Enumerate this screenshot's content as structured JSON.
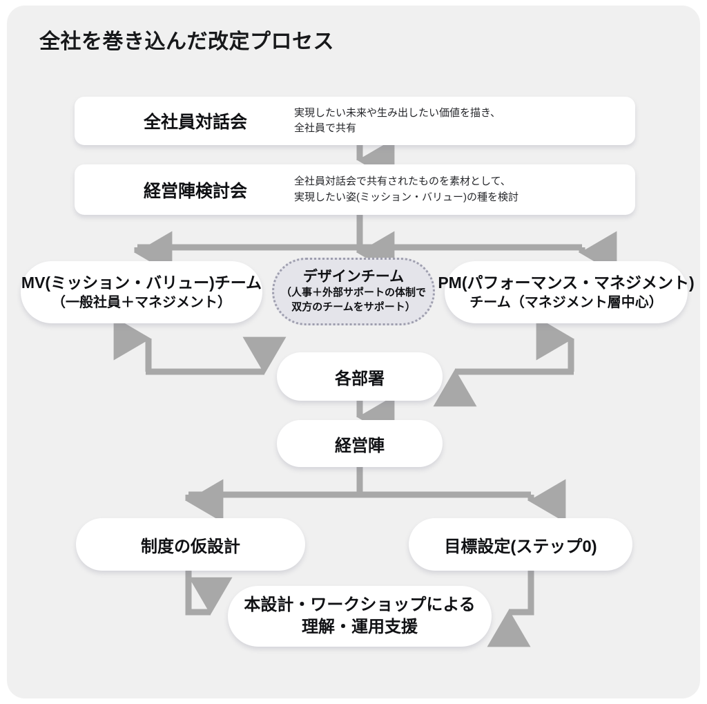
{
  "page": {
    "title": "全社を巻き込んだ改定プロセス",
    "background_color": "#ffffff",
    "card_color": "#f0f0f0",
    "arrow_color": "#a8a8a8",
    "node_fill": "#ffffff",
    "accent_fill": "#e4e4ea",
    "text_color": "#101114"
  },
  "diagram": {
    "type": "flowchart",
    "steps": [
      {
        "id": "zenshain-taiwakai",
        "shape": "rounded-rect",
        "title": "全社員対話会",
        "description": "実現したい未来や生み出したい価値を描き、\n全社員で共有"
      },
      {
        "id": "keieijin-kentoukai",
        "shape": "rounded-rect",
        "title": "経営陣検討会",
        "description": "全社員対話会で共有されたものを素材として、\n実現したい姿(ミッション・バリュー)の種を検討"
      },
      {
        "id": "mv-team",
        "shape": "pill",
        "line1": "MV(ミッション・バリュー)チーム",
        "line2": "（一般社員＋マネジメント）"
      },
      {
        "id": "design-team",
        "shape": "pill-dotted",
        "line1": "デザインチーム",
        "line2": "（人事＋外部サポートの体制で",
        "line3": "双方のチームをサポート）"
      },
      {
        "id": "pm-team",
        "shape": "pill",
        "line1": "PM(パフォーマンス・マネジメント)",
        "line2": "チーム（マネジメント層中心）"
      },
      {
        "id": "kaku-busho",
        "shape": "pill",
        "label": "各部署"
      },
      {
        "id": "keieijin",
        "shape": "pill",
        "label": "経営陣"
      },
      {
        "id": "seido-kari-sekkei",
        "shape": "pill",
        "label": "制度の仮設計"
      },
      {
        "id": "mokuhyou-settei",
        "shape": "pill",
        "label": "目標設定(ステップ0)"
      },
      {
        "id": "honsekkei-workshop",
        "shape": "pill",
        "line1": "本設計・ワークショップによる",
        "line2": "理解・運用支援"
      }
    ],
    "connectors": [
      {
        "from": "zenshain-taiwakai",
        "to": "keieijin-kentoukai",
        "style": "arrow-down"
      },
      {
        "from": "keieijin-kentoukai",
        "to": "mv-team",
        "style": "branch-down-left"
      },
      {
        "from": "keieijin-kentoukai",
        "to": "design-team",
        "style": "arrow-down"
      },
      {
        "from": "keieijin-kentoukai",
        "to": "pm-team",
        "style": "branch-down-right"
      },
      {
        "from": "mv-team",
        "to": "kaku-busho",
        "style": "bidirectional-elbow"
      },
      {
        "from": "pm-team",
        "to": "kaku-busho",
        "style": "bidirectional-elbow"
      },
      {
        "from": "kaku-busho",
        "to": "keieijin",
        "style": "arrow-down"
      },
      {
        "from": "keieijin",
        "to": "seido-kari-sekkei",
        "style": "branch-down-left"
      },
      {
        "from": "keieijin",
        "to": "mokuhyou-settei",
        "style": "branch-down-right"
      },
      {
        "from": "seido-kari-sekkei",
        "to": "honsekkei-workshop",
        "style": "elbow-arrow-right"
      },
      {
        "from": "mokuhyou-settei",
        "to": "honsekkei-workshop",
        "style": "elbow-arrow-left"
      }
    ]
  }
}
